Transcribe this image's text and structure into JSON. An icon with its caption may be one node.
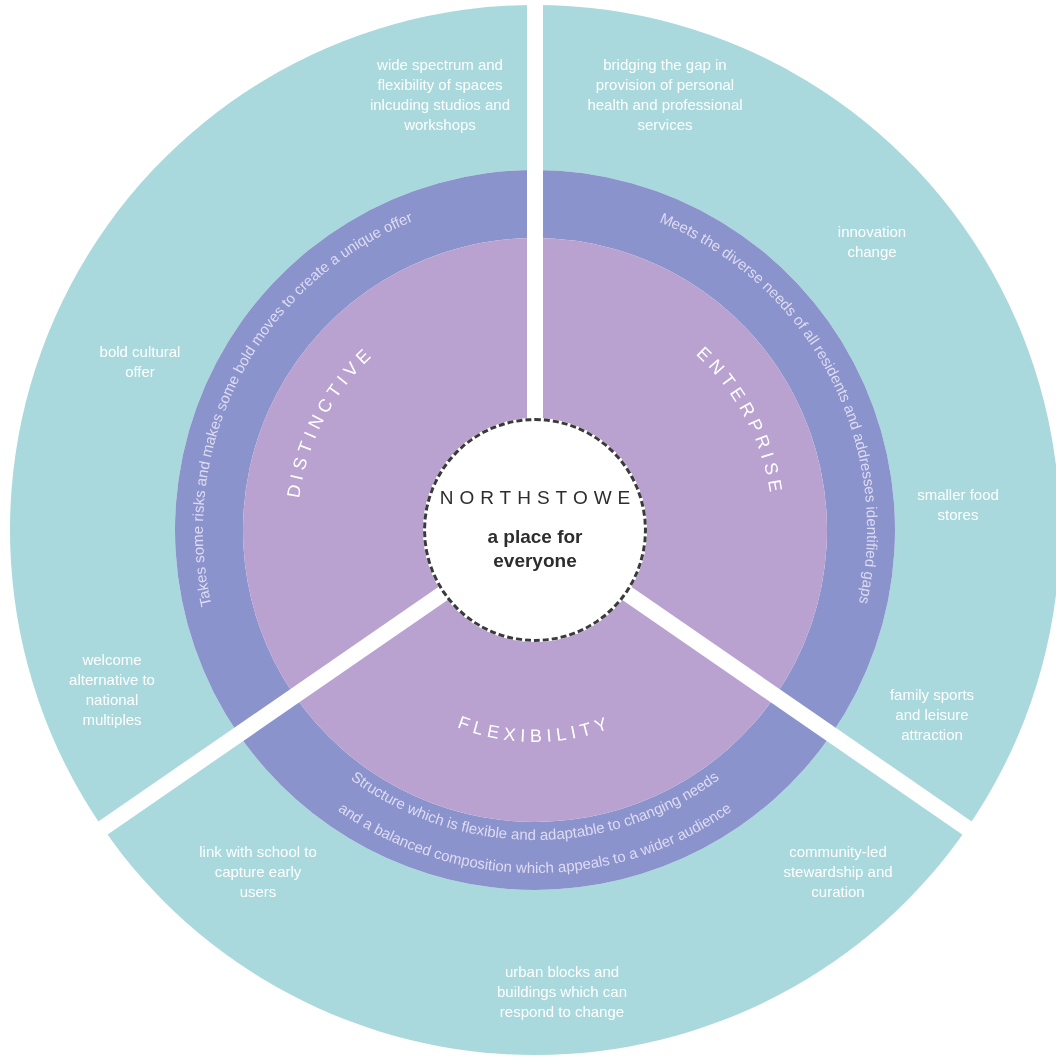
{
  "diagram": {
    "nodes": [
      {
        "text": [
          "NORTHSTOWE",
          "a place for everyone"
        ]
      },
      {
        "text": [
          "wide spectrum and flexibility of spaces inlcuding studios and workshops",
          "bold cultural offer",
          "welcome alternative to national multiples"
        ]
      },
      {
        "text": [
          "bridging the gap in provision of personal health and professional services",
          "innovation change",
          "smaller food stores",
          "family sports and leisure attraction"
        ]
      },
      {
        "text": [
          "link with school to capture early users",
          "community-led stewardship and curation",
          "urban blocks and buildings which can respond to change"
        ]
      },
      {
        "text": [
          "Takes some risks and makes some bold moves to create a unique offer"
        ]
      },
      {
        "text": [
          "Meets the diverse needs of all residents and addresses identified gaps"
        ]
      },
      {
        "text": [
          "Structure which is flexible and adaptable to changing needs and a balanced composition which appeals to a wider audience"
        ]
      },
      {
        "text": [
          "DISTINCTIVE"
        ]
      },
      {
        "text": [
          "ENTERPRISE"
        ]
      },
      {
        "text": [
          "FLEXIBILITY"
        ]
      }
    ]
  }
}
